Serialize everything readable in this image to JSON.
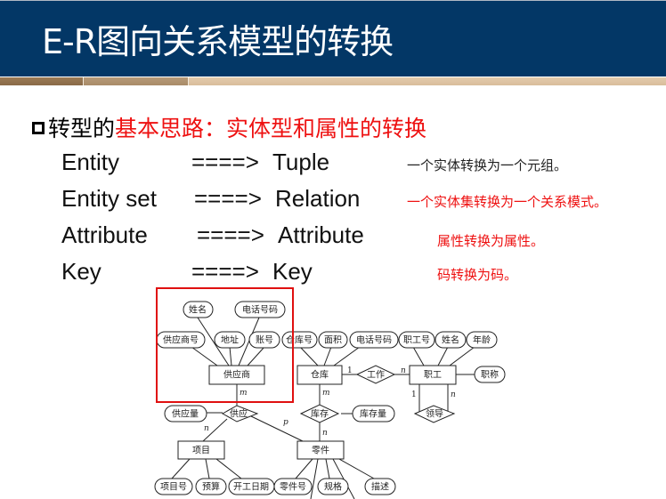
{
  "slide": {
    "title": "E-R图向关系模型的转换",
    "bullet": {
      "icon": "hollow-square-bullet",
      "prefix": "转型的",
      "highlight": "基本思路：实体型和属性的转换",
      "prefix_color": "#000000",
      "highlight_color": "#ee1111"
    },
    "mappings": [
      {
        "source": "Entity",
        "arrow": "====>",
        "target": "Tuple",
        "note": "一个实体转换为一个元组。",
        "note_color": "#222222"
      },
      {
        "source": "Entity set",
        "arrow": "====>",
        "target": "Relation",
        "note": "一个实体集转换为一个关系模式。",
        "note_color": "#ee1111"
      },
      {
        "source": "Attribute",
        "arrow": "====>",
        "target": "Attribute",
        "note": "属性转换为属性。",
        "note_color": "#ee1111"
      },
      {
        "source": "Key",
        "arrow": "====>",
        "target": "Key",
        "note": "码转换为码。",
        "note_color": "#ee1111"
      }
    ],
    "colors": {
      "header_bg": "#033766",
      "highlight_box": "#e01010"
    }
  },
  "er_diagram": {
    "entities": {
      "supplier": "供应商",
      "warehouse": "仓库",
      "employee": "职工",
      "project": "项目",
      "part": "零件"
    },
    "relationships": {
      "supply": "供应",
      "work": "工作",
      "stock": "库存",
      "lead": "领导"
    },
    "attributes": {
      "supplier_name": "姓名",
      "supplier_phone": "电话号码",
      "supplier_no": "供应商号",
      "supplier_address": "地址",
      "supplier_account": "账号",
      "warehouse_no": "仓库号",
      "warehouse_area": "面积",
      "warehouse_phone": "电话号码",
      "employee_no": "职工号",
      "employee_name": "姓名",
      "employee_age": "年龄",
      "employee_title": "职称",
      "supply_qty": "供应量",
      "stock_qty": "库存量",
      "project_no": "项目号",
      "project_budget": "预算",
      "project_start": "开工日期",
      "part_no": "零件号",
      "part_spec": "规格",
      "part_desc": "描述"
    },
    "cardinalities": {
      "supplier_supply": "m",
      "supply_project": "n",
      "supply_part": "p",
      "warehouse_work": "1",
      "work_employee": "n",
      "warehouse_stock": "m",
      "stock_part": "n",
      "lead_one": "1",
      "lead_many": "n"
    }
  }
}
